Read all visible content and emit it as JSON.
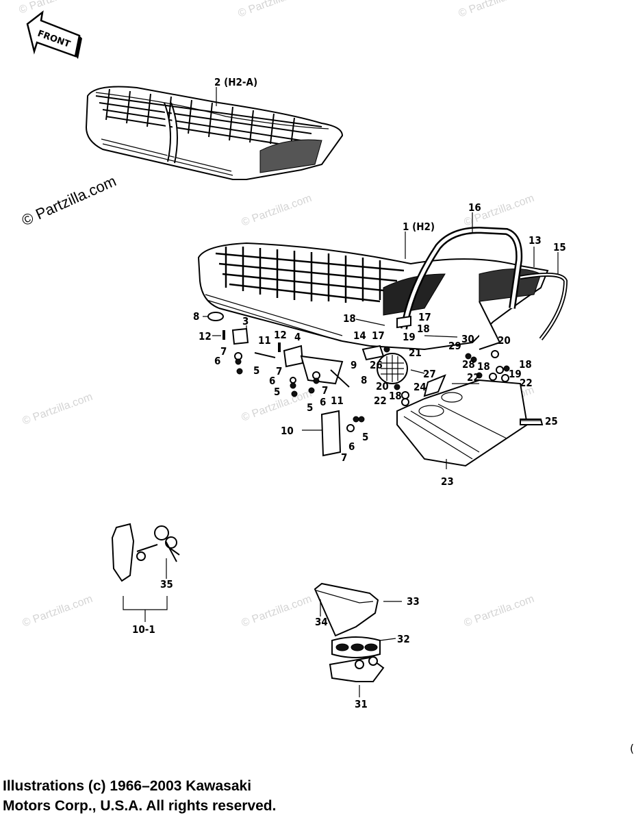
{
  "watermarks": {
    "main": "© Partzilla.com",
    "repeat": "© Partzilla.com"
  },
  "front_arrow": {
    "label": "FRONT"
  },
  "callouts": [
    {
      "id": "c-2",
      "text": "2 (H2-A)"
    },
    {
      "id": "c-1",
      "text": "1 (H2)"
    },
    {
      "id": "c-16",
      "text": "16"
    },
    {
      "id": "c-13",
      "text": "13"
    },
    {
      "id": "c-15",
      "text": "15"
    },
    {
      "id": "c-3",
      "text": "3"
    },
    {
      "id": "c-8a",
      "text": "8"
    },
    {
      "id": "c-12a",
      "text": "12"
    },
    {
      "id": "c-11a",
      "text": "11"
    },
    {
      "id": "c-12b",
      "text": "12"
    },
    {
      "id": "c-4",
      "text": "4"
    },
    {
      "id": "c-7a",
      "text": "7"
    },
    {
      "id": "c-6a",
      "text": "6"
    },
    {
      "id": "c-5a",
      "text": "5"
    },
    {
      "id": "c-9",
      "text": "9"
    },
    {
      "id": "c-7b",
      "text": "7"
    },
    {
      "id": "c-6b",
      "text": "6"
    },
    {
      "id": "c-7c",
      "text": "7"
    },
    {
      "id": "c-5b",
      "text": "5"
    },
    {
      "id": "c-11b",
      "text": "11"
    },
    {
      "id": "c-5c",
      "text": "5"
    },
    {
      "id": "c-6c",
      "text": "6"
    },
    {
      "id": "c-18a",
      "text": "18"
    },
    {
      "id": "c-17a",
      "text": "17"
    },
    {
      "id": "c-18b",
      "text": "18"
    },
    {
      "id": "c-19a",
      "text": "19"
    },
    {
      "id": "c-14",
      "text": "14"
    },
    {
      "id": "c-17b",
      "text": "17"
    },
    {
      "id": "c-29",
      "text": "29"
    },
    {
      "id": "c-30",
      "text": "30"
    },
    {
      "id": "c-20a",
      "text": "20"
    },
    {
      "id": "c-21",
      "text": "21"
    },
    {
      "id": "c-26",
      "text": "26"
    },
    {
      "id": "c-8b",
      "text": "8"
    },
    {
      "id": "c-28",
      "text": "28"
    },
    {
      "id": "c-18c",
      "text": "18"
    },
    {
      "id": "c-18d",
      "text": "18"
    },
    {
      "id": "c-27",
      "text": "27"
    },
    {
      "id": "c-22a",
      "text": "22"
    },
    {
      "id": "c-19b",
      "text": "19"
    },
    {
      "id": "c-22b",
      "text": "22"
    },
    {
      "id": "c-20b",
      "text": "20"
    },
    {
      "id": "c-18e",
      "text": "18"
    },
    {
      "id": "c-24",
      "text": "24"
    },
    {
      "id": "c-22c",
      "text": "22"
    },
    {
      "id": "c-10",
      "text": "10"
    },
    {
      "id": "c-5d",
      "text": "5"
    },
    {
      "id": "c-6d",
      "text": "6"
    },
    {
      "id": "c-7d",
      "text": "7"
    },
    {
      "id": "c-25",
      "text": "25"
    },
    {
      "id": "c-23",
      "text": "23"
    },
    {
      "id": "c-35",
      "text": "35"
    },
    {
      "id": "c-10-1",
      "text": "10-1"
    },
    {
      "id": "c-33",
      "text": "33"
    },
    {
      "id": "c-34",
      "text": "34"
    },
    {
      "id": "c-32",
      "text": "32"
    },
    {
      "id": "c-31",
      "text": "31"
    }
  ],
  "copyright": {
    "line1": "Illustrations (c) 1966–2003 Kawasaki",
    "line2": "Motors Corp., U.S.A.  All rights reserved."
  }
}
